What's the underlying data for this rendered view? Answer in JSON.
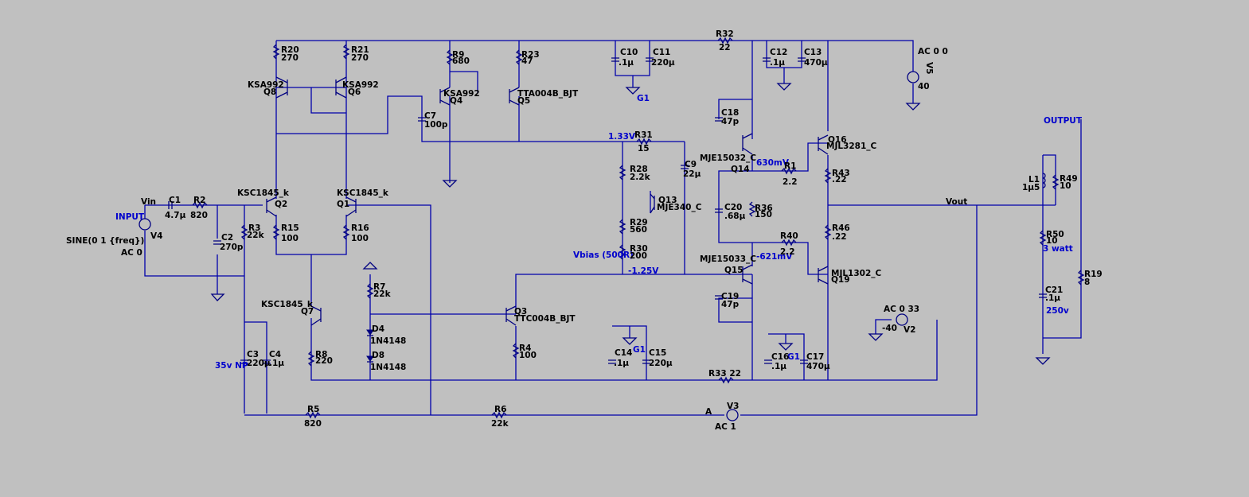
{
  "schematic": {
    "net_labels": {
      "vin": "Vin",
      "input": "INPUT",
      "output": "OUTPUT",
      "vout": "Vout",
      "a": "A",
      "g1_top": "G1",
      "g1_bottom": "G1",
      "g1_c16": "G1",
      "v_1_33": "1.33V",
      "v_630": "630mV",
      "v_neg621": "-621mV",
      "v_neg1_25": "-1.25V",
      "vbias": "Vbias (500R)",
      "watt": "3 watt",
      "v250": "250v",
      "v35np": "35v NP"
    },
    "sources": {
      "v4_name": "V4",
      "v4_value": "SINE(0 1 {freq})",
      "v4_ac": "AC 0",
      "v5_name": "V5",
      "v5_ac": "AC 0 0",
      "v5_value": "40",
      "v2_name": "V2",
      "v2_ac": "AC 0 33",
      "v2_value": "-40",
      "v3_name": "V3",
      "v3_ac": "AC 1"
    },
    "components": {
      "c1": "C1",
      "c1_val": "4.7µ",
      "r2": "R2",
      "r2_val": "820",
      "c2": "C2",
      "c2_val": "270p",
      "r3": "R3",
      "r3_val": "22k",
      "r20": "R20",
      "r20_val": "270",
      "r21": "R21",
      "r21_val": "270",
      "q8": "Q8",
      "q8_model": "KSA992",
      "q6": "Q6",
      "q6_model": "KSA992",
      "q2": "Q2",
      "q2_model": "KSC1845_k",
      "q1": "Q1",
      "q1_model": "KSC1845_k",
      "r15": "R15",
      "r15_val": "100",
      "r16": "R16",
      "r16_val": "100",
      "r9": "R9",
      "r9_val": "680",
      "r23": "R23",
      "r23_val": "47",
      "q4": "Q4",
      "q4_model": "KSA992",
      "q5": "Q5",
      "q5_model": "TTA004B_BJT",
      "c7": "C7",
      "c7_val": "100p",
      "c10": "C10",
      "c10_val": ".1µ",
      "c11": "C11",
      "c11_val": "220µ",
      "r32": "R32",
      "r32_val": "22",
      "c12": "C12",
      "c12_val": ".1µ",
      "c13": "C13",
      "c13_val": "470µ",
      "c18": "C18",
      "c18_val": "47p",
      "r31": "R31",
      "r31_val": "15",
      "r28": "R28",
      "r28_val": "2.2k",
      "q13": "Q13",
      "q13_model": "MJE340_C",
      "r29": "R29",
      "r29_val": "560",
      "r30": "R30",
      "r30_val": "200",
      "c9": "C9",
      "c9_val": "22µ",
      "q14": "Q14",
      "q14_model": "MJE15032_C",
      "r1": "R1",
      "r1_val": "2.2",
      "q16": "Q16",
      "q16_model": "MJL3281_C",
      "r43": "R43",
      "r43_val": ".22",
      "c20": "C20",
      "c20_val": ".68µ",
      "r36": "R36",
      "r36_val": "150",
      "r46": "R46",
      "r46_val": ".22",
      "r40": "R40",
      "r40_val": "2.2",
      "q15": "Q15",
      "q15_model": "MJE15033_C",
      "q19": "Q19",
      "q19_model": "MJL1302_C",
      "c19": "C19",
      "c19_val": "47p",
      "q7": "Q7",
      "q7_model": "KSC1845_k",
      "r7": "R7",
      "r7_val": "22k",
      "d4": "D4",
      "d4_model": "1N4148",
      "d8": "D8",
      "d8_model": "1N4148",
      "r8": "R8",
      "r8_val": "220",
      "q3": "Q3",
      "q3_model": "TTC004B_BJT",
      "r4": "R4",
      "r4_val": "100",
      "c14": "C14",
      "c14_val": ".1µ",
      "c15": "C15",
      "c15_val": "220µ",
      "r33": "R33 22",
      "c16": "C16",
      "c16_val": ".1µ",
      "c17": "C17",
      "c17_val": "470µ",
      "c3": "C3",
      "c3_val": "220µ",
      "c4": "C4",
      "c4_val": ".1µ",
      "r5": "R5",
      "r5_val": "820",
      "r6": "R6",
      "r6_val": "22k",
      "l1": "L1",
      "l1_val": "1µ5",
      "r49": "R49",
      "r49_val": "10",
      "r50": "R50",
      "r50_val": "10",
      "c21": "C21",
      "c21_val": ".1µ",
      "r19": "R19",
      "r19_val": "8"
    },
    "colors": {
      "background": "#c0c0c0",
      "wire": "#0000aa",
      "component_text": "#000000",
      "net_text": "#0000cc"
    }
  }
}
